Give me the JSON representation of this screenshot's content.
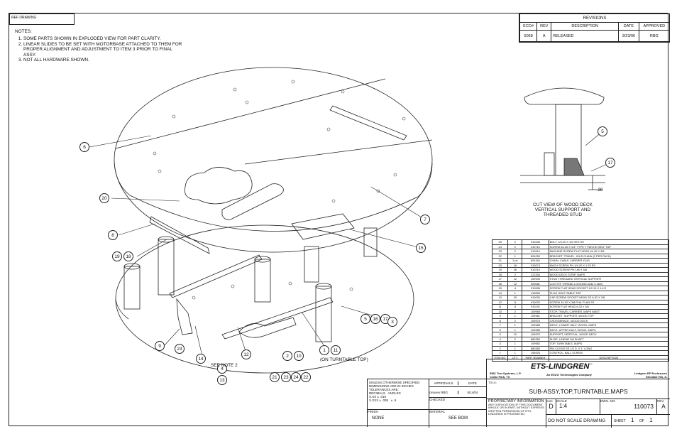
{
  "ref_drawing": "REF DRAWING",
  "notes": {
    "title": "NOTES:",
    "items": [
      "SOME PARTS SHOWN IN EXPLODED VIEW FOR PART CLARITY.",
      "LINEAR SLIDES TO BE SET WITH MOTORBASE ATTACHED TO THEM FOR PROPER ALIGNMENT AND ADJUSTMENT TO ITEM 3 PRIOR TO FINAL ASSY.",
      "NOT ALL HARDWARE SHOWN."
    ]
  },
  "revisions": {
    "title": "REVISIONS",
    "headers": [
      "ECO#",
      "REV",
      "DESCRIPTION",
      "DATE",
      "APPROVED"
    ],
    "rows": [
      [
        "5068",
        "A",
        "RELEASED",
        "3/23/06",
        "RBG"
      ]
    ]
  },
  "balloons": [
    "6",
    "20",
    "8",
    "19",
    "18",
    "9",
    "23",
    "14",
    "4",
    "13",
    "12",
    "21",
    "23",
    "24",
    "22",
    "2",
    "10",
    "1",
    "11",
    "5",
    "16",
    "17",
    "3",
    "15",
    "7"
  ],
  "labels": {
    "see_note": "SEE NOTE 2",
    "turntable": "(ON TURNTABLE TOP)",
    "cut_view": [
      "CUT VIEW OF WOOD DECK",
      "VERTICAL SUPPORT AND",
      "THREADED STUD"
    ],
    "dim": ".38"
  },
  "section_balloons": [
    "5",
    "17"
  ],
  "bom": {
    "rows": [
      [
        "25",
        "2",
        "910436",
        "BOLT, 1/4-20 X 1/2 HEX SS"
      ],
      [
        "24",
        "2",
        "910712",
        "SCREW #4-40 X 1/4\" TYPE F PAN HD SELF TAP"
      ],
      [
        "23",
        "2",
        "910114",
        "MACHINE SCREW FLAT HEAD #4-40 X 3/8"
      ],
      [
        "22",
        "1",
        "891050",
        "BRACKET, TRAVEL, IGUS CHAIN (3 PER PACK)"
      ],
      [
        "21",
        "1 pk",
        "891164",
        "CHAIN, CABLE CARRIER IGUS"
      ],
      [
        "20",
        "16",
        "910074",
        "MACH SCREW PH 1/4-20 X 1.25 SS"
      ],
      [
        "19",
        "36",
        "910219",
        "WOOD SCREW PH1 #6 X 5/8"
      ],
      [
        "18",
        "2",
        "117254",
        "WOOD DECK STRIP, MAPS"
      ],
      [
        "17",
        "12",
        "109949",
        "STUD THREADED VERTICAL SUPPORT"
      ],
      [
        "16",
        "12",
        "920081",
        "LOCTITE THREAD LOCKING #242 0.16ml"
      ],
      [
        "15",
        "4",
        "910636",
        "SCREW FLAT HEAD SOCKET 1/2-13 X 1-1/2"
      ],
      [
        "14",
        "1",
        "110089",
        "PLUG HOLE TABLE TOP"
      ],
      [
        "13",
        "20",
        "910030",
        "CAP SCREW SOCKET HEAD SS 8-32 X 3/8"
      ],
      [
        "12",
        "8",
        "910032",
        "SCREW 10-32 X 3/8 PHIL PLAN SS"
      ],
      [
        "11",
        "8",
        "910241",
        "SCREW FLAT HEAD 8-32 x 3/8"
      ],
      [
        "10",
        "2",
        "109969",
        "STOP, TRAVEL CARRIER, MAPS MAST"
      ],
      [
        "9",
        "1",
        "109981",
        "BRACKET, SUPPORT, WOOD TOP"
      ],
      [
        "8",
        "2",
        "109976",
        "CROSSBRACE, WOOD DECK"
      ],
      [
        "7",
        "1",
        "109986",
        "DECK, LOWER HALF, WOOD, MAPS"
      ],
      [
        "6",
        "1",
        "109985",
        "DECK, UPPER HALF, WOOD, MAPS"
      ],
      [
        "5",
        "12",
        "109975",
        "SUPPORT, VERTICAL, WOOD DECK"
      ],
      [
        "4",
        "2",
        "880350",
        "SLIDE, LINEAR 3/8 SHAFT"
      ],
      [
        "3",
        "1",
        "109982",
        "TOP, TURNTABLE, MAPS"
      ],
      [
        "2",
        "1",
        "880380",
        "PIN CLEVIS SS 1/2 D. X 1\" LONG"
      ],
      [
        "1",
        "1",
        "108925",
        "CONTROL, BALL SCREW"
      ]
    ],
    "footer": [
      "ITEM NO.",
      "QTY.",
      "PART NUMBER",
      "DESCRIPTION"
    ]
  },
  "title_block": {
    "logo": "ETS-LINDGREN",
    "tm": "™",
    "company_left": "EMC Test Systems, L.P.",
    "company_left_city": "Cedar Park, TX",
    "company_center": "An ESCO Technologies Company",
    "company_right": "Lindgren RF Enclosures",
    "company_right_city": "Glendale Hts, IL",
    "title_label": "TITLE:",
    "title": "SUB-ASSY,TOP,TURNTABLE,MAPS",
    "proprietary_title": "PROPRIETARY INFORMATION",
    "proprietary_text": "ANY DUPLICATION OF THIS DOCUMENT, WHOLE OR IN PART, WITHOUT EXPRESS WRITTEN PERMISSION OF ETS-LINDGREN IS PROHIBITED.",
    "size_label": "SIZE",
    "size": "D",
    "scale_label": "SCALE",
    "scale": "1:4",
    "dwg_label": "DWG. NO.",
    "dwg_no": "110073",
    "rev_label": "REV.",
    "rev": "A",
    "do_not_scale": "DO NOT SCALE DRAWING",
    "sheet_label": "SHEET",
    "sheet": "1",
    "of_label": "OF",
    "of": "1"
  },
  "tolerances": {
    "line1": "UNLESS OTHERWISE SPECIFIED",
    "line2": "DIMENSIONS ARE IN INCHES",
    "line3": "TOLERANCES ARE:",
    "decimals": "DECIMALS",
    "angles": "ANGLES",
    "xxx": "X.XX ± .015",
    "xxxx": "X.XXX ± .005",
    "angle_val": "± .5",
    "approvals": "APPROVALS",
    "date": "DATE",
    "drawn": "DRAWN",
    "drawn_by": "RBG",
    "drawn_date": "5/14/04",
    "checked": "CHECKED",
    "finish_label": "FINISH",
    "finish": "NONE",
    "material_label": "MATERIAL",
    "material": "SEE BOM"
  }
}
